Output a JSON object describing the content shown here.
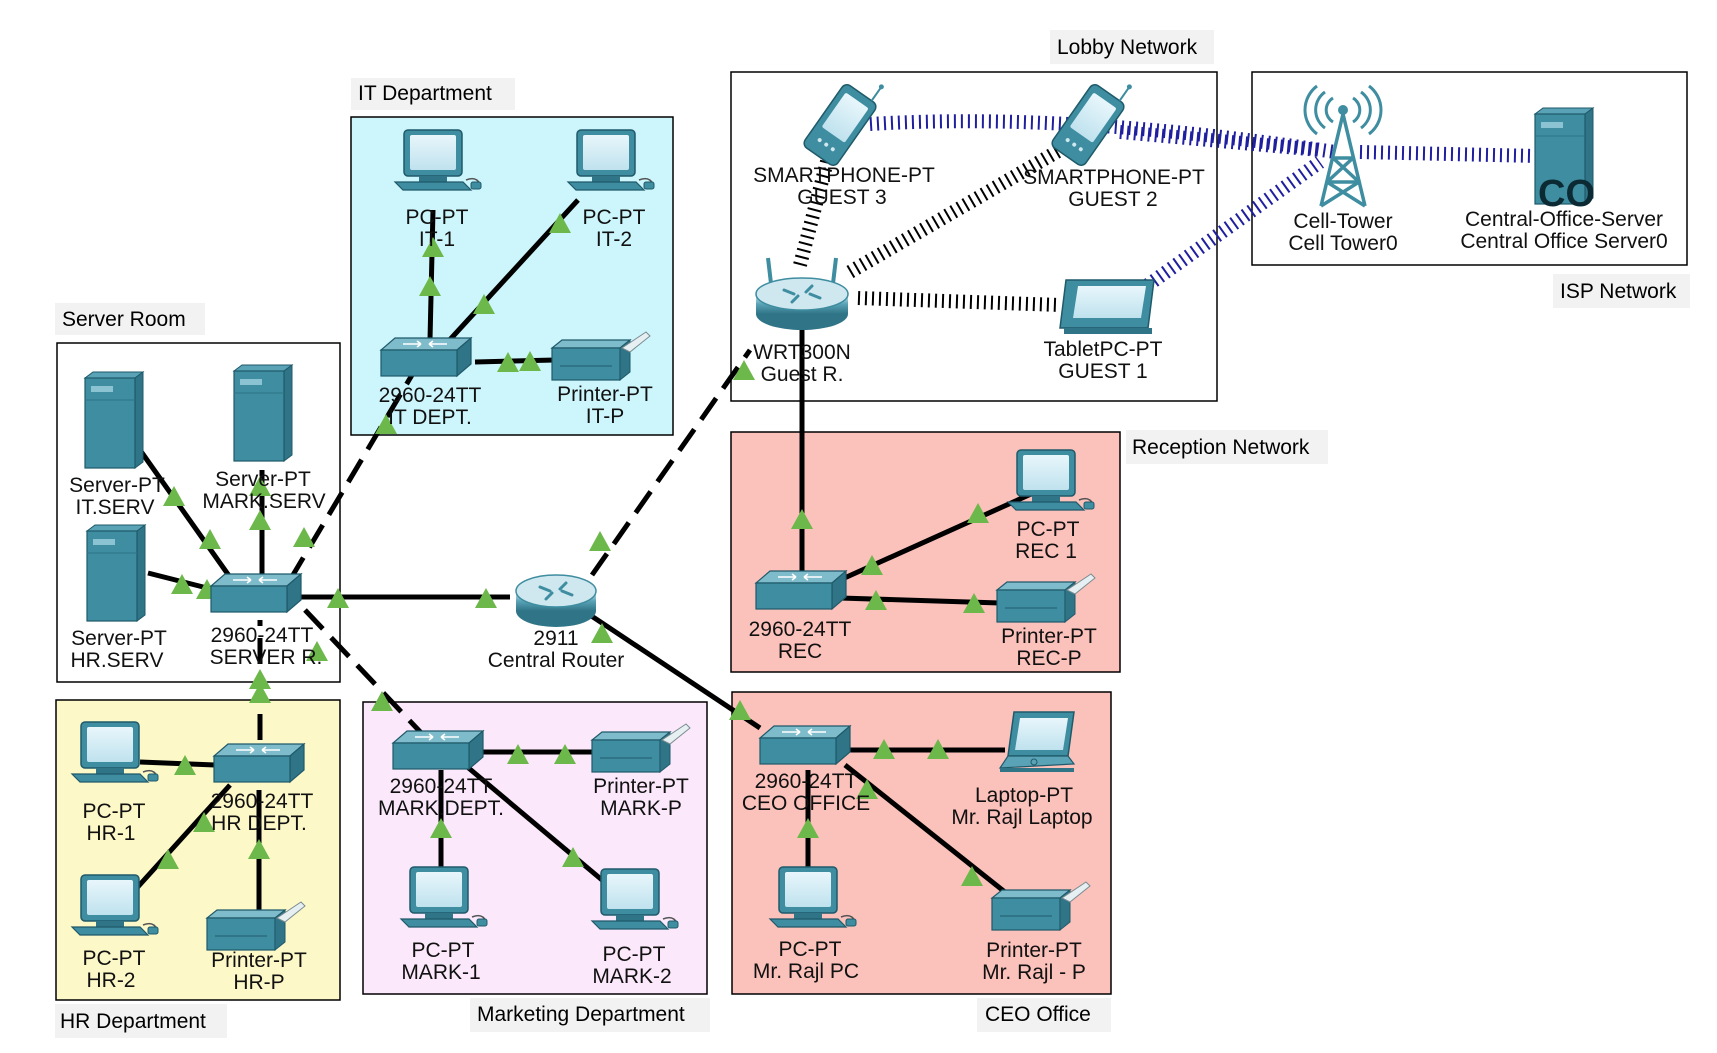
{
  "zones": {
    "it": {
      "label": "IT Department",
      "fill": "#cdf6fc"
    },
    "server": {
      "label": "Server Room",
      "fill": "#ffffff"
    },
    "hr": {
      "label": "HR Department",
      "fill": "#fdf8c8"
    },
    "marketing": {
      "label": "Marketing Department",
      "fill": "#fbe9fb"
    },
    "lobby": {
      "label": "Lobby Network",
      "fill": "#ffffff"
    },
    "isp": {
      "label": "ISP Network",
      "fill": "#ffffff"
    },
    "reception": {
      "label": "Reception Network",
      "fill": "#fbc1bb"
    },
    "ceo": {
      "label": "CEO Office",
      "fill": "#fbc1bb"
    }
  },
  "devices": {
    "it_pc1": {
      "model": "PC-PT",
      "name": "IT-1"
    },
    "it_pc2": {
      "model": "PC-PT",
      "name": "IT-2"
    },
    "it_switch": {
      "model": "2960-24TT",
      "name": "IT DEPT."
    },
    "it_printer": {
      "model": "Printer-PT",
      "name": "IT-P"
    },
    "srv_it": {
      "model": "Server-PT",
      "name": "IT.SERV"
    },
    "srv_mark": {
      "model": "Server-PT",
      "name": "MARK.SERV"
    },
    "srv_hr": {
      "model": "Server-PT",
      "name": "HR.SERV"
    },
    "srv_switch": {
      "model": "2960-24TT",
      "name": "SERVER R."
    },
    "router": {
      "model": "2911",
      "name": "Central Router"
    },
    "hr_pc1": {
      "model": "PC-PT",
      "name": "HR-1"
    },
    "hr_pc2": {
      "model": "PC-PT",
      "name": "HR-2"
    },
    "hr_switch": {
      "model": "2960-24TT",
      "name": "HR DEPT."
    },
    "hr_printer": {
      "model": "Printer-PT",
      "name": "HR-P"
    },
    "mk_switch": {
      "model": "2960-24TT",
      "name": "MARK.DEPT."
    },
    "mk_printer": {
      "model": "Printer-PT",
      "name": "MARK-P"
    },
    "mk_pc1": {
      "model": "PC-PT",
      "name": "MARK-1"
    },
    "mk_pc2": {
      "model": "PC-PT",
      "name": "MARK-2"
    },
    "phone3": {
      "model": "SMARTPHONE-PT",
      "name": "GUEST 3"
    },
    "phone2": {
      "model": "SMARTPHONE-PT",
      "name": "GUEST 2"
    },
    "wrt": {
      "model": "WRT300N",
      "name": "Guest R."
    },
    "tablet": {
      "model": "TabletPC-PT",
      "name": "GUEST 1"
    },
    "tower": {
      "model": "Cell-Tower",
      "name": "Cell Tower0"
    },
    "co_server": {
      "model": "Central-Office-Server",
      "name": "Central Office Server0",
      "badge": "CO"
    },
    "rec_pc": {
      "model": "PC-PT",
      "name": "REC 1"
    },
    "rec_switch": {
      "model": "2960-24TT",
      "name": "REC"
    },
    "rec_printer": {
      "model": "Printer-PT",
      "name": "REC-P"
    },
    "ceo_switch": {
      "model": "2960-24TT",
      "name": "CEO OFFICE"
    },
    "ceo_laptop": {
      "model": "Laptop-PT",
      "name": "Mr. Rajl Laptop"
    },
    "ceo_pc": {
      "model": "PC-PT",
      "name": "Mr. Rajl PC"
    },
    "ceo_printer": {
      "model": "Printer-PT",
      "name": "Mr. Rajl - P"
    }
  },
  "colors": {
    "link": "#000000",
    "port_up": "#6db84a",
    "device": "#3e8da0",
    "wireless": "#1f1f9f"
  }
}
